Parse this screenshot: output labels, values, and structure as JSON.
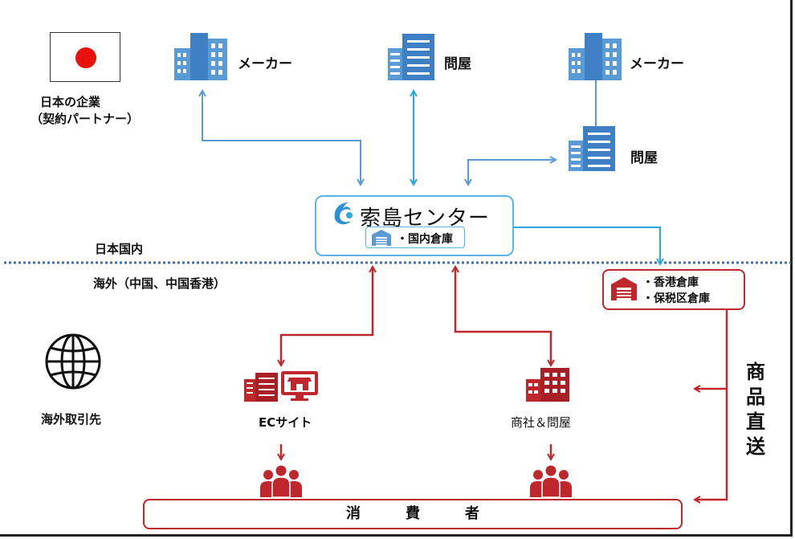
{
  "partner": {
    "title_line1": "日本の企業",
    "title_line2": "（契約パートナー）"
  },
  "suppliers": {
    "maker_left": "メーカー",
    "wholesaler_top": "問屋",
    "maker_right": "メーカー",
    "wholesaler_right": "問屋"
  },
  "center": {
    "name": "索島センター",
    "warehouse": "・国内倉庫"
  },
  "regions": {
    "domestic": "日本国内",
    "overseas": "海外（中国、中国香港）"
  },
  "hk_warehouse": {
    "line1": "・香港倉庫",
    "line2": "・保税区倉庫"
  },
  "overseas": {
    "title": "海外取引先",
    "ec_site": "ECサイト",
    "trader": "商社＆問屋"
  },
  "direct_shipping": "商品直送",
  "consumer": "消費者",
  "colors": {
    "blue": "#5b9bd5",
    "light_blue": "#29a8e0",
    "red": "#c0272d",
    "flag_red": "#e8120c"
  }
}
